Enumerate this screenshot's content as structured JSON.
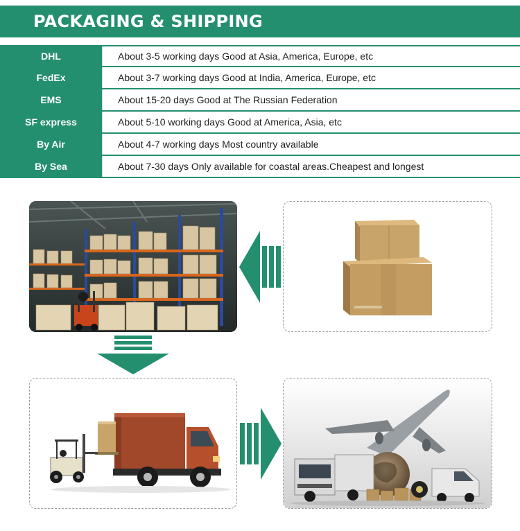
{
  "banner": {
    "title": "PACKAGING & SHIPPING"
  },
  "shipping": [
    {
      "method": "DHL",
      "desc": "About 3-5 working days Good at Asia, America, Europe, etc"
    },
    {
      "method": "FedEx",
      "desc": "About 3-7 working days Good at India, America, Europe, etc"
    },
    {
      "method": "EMS",
      "desc": "About 15-20 days Good at The Russian Federation"
    },
    {
      "method": "SF express",
      "desc": "About 5-10 working days Good at America, Asia, etc"
    },
    {
      "method": "By Air",
      "desc": "About 4-7 working days Most country available"
    },
    {
      "method": "By Sea",
      "desc": "About 7-30 days Only available for coastal areas.Cheapest and longest"
    }
  ],
  "icons": {
    "warehouse": "warehouse-photo-icon",
    "boxes": "cardboard-boxes-icon",
    "truck": "forklift-truck-icon",
    "air": "airplane-truck-icon",
    "arrow_left": "arrow-left-icon",
    "arrow_down": "arrow-down-icon",
    "arrow_right": "arrow-right-icon"
  },
  "colors": {
    "accent": "#238f6f",
    "box": "#c9a46a",
    "truck_body": "#a2482a"
  }
}
